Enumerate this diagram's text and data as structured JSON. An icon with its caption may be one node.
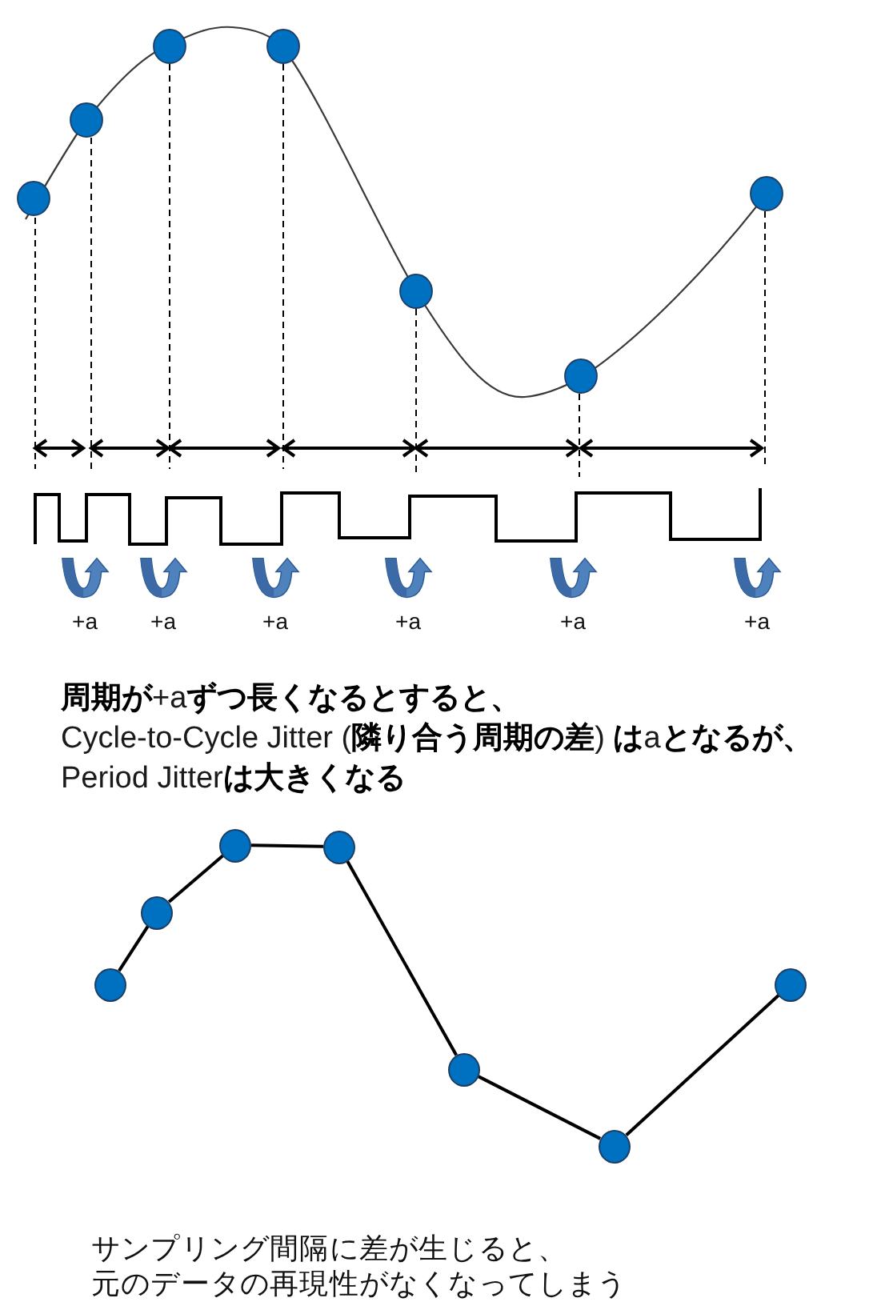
{
  "diagram": {
    "nodes": [
      {
        "text": [],
        "shape": "circle"
      },
      {
        "text": [],
        "shape": "circle"
      },
      {
        "text": [],
        "shape": "circle"
      },
      {
        "text": [],
        "shape": "circle"
      },
      {
        "text": [],
        "shape": "circle"
      },
      {
        "text": [],
        "shape": "circle"
      },
      {
        "text": [],
        "shape": "circle"
      }
    ],
    "edges": [
      {
        "from": 0,
        "to": 1,
        "arrow": "none"
      },
      {
        "from": 1,
        "to": 2,
        "arrow": "none"
      },
      {
        "from": 2,
        "to": 3,
        "arrow": "none"
      },
      {
        "from": 3,
        "to": 4,
        "arrow": "none"
      },
      {
        "from": 4,
        "to": 5,
        "arrow": "none"
      },
      {
        "from": 5,
        "to": 6,
        "arrow": "none"
      }
    ],
    "labels": [
      "+a",
      "+a",
      "+a",
      "+a",
      "+a",
      "+a",
      "**周期が**+a**ずつ長くなるとすると、**",
      "Cycle-to-Cycle Jitter (**隣り合う周期の差**) **は**a**となるが、**",
      "Period Jitter**は大きくなる**",
      "サンプリング間隔に差が生じると、",
      "元のデータの再現性がなくなってしまう"
    ]
  }
}
